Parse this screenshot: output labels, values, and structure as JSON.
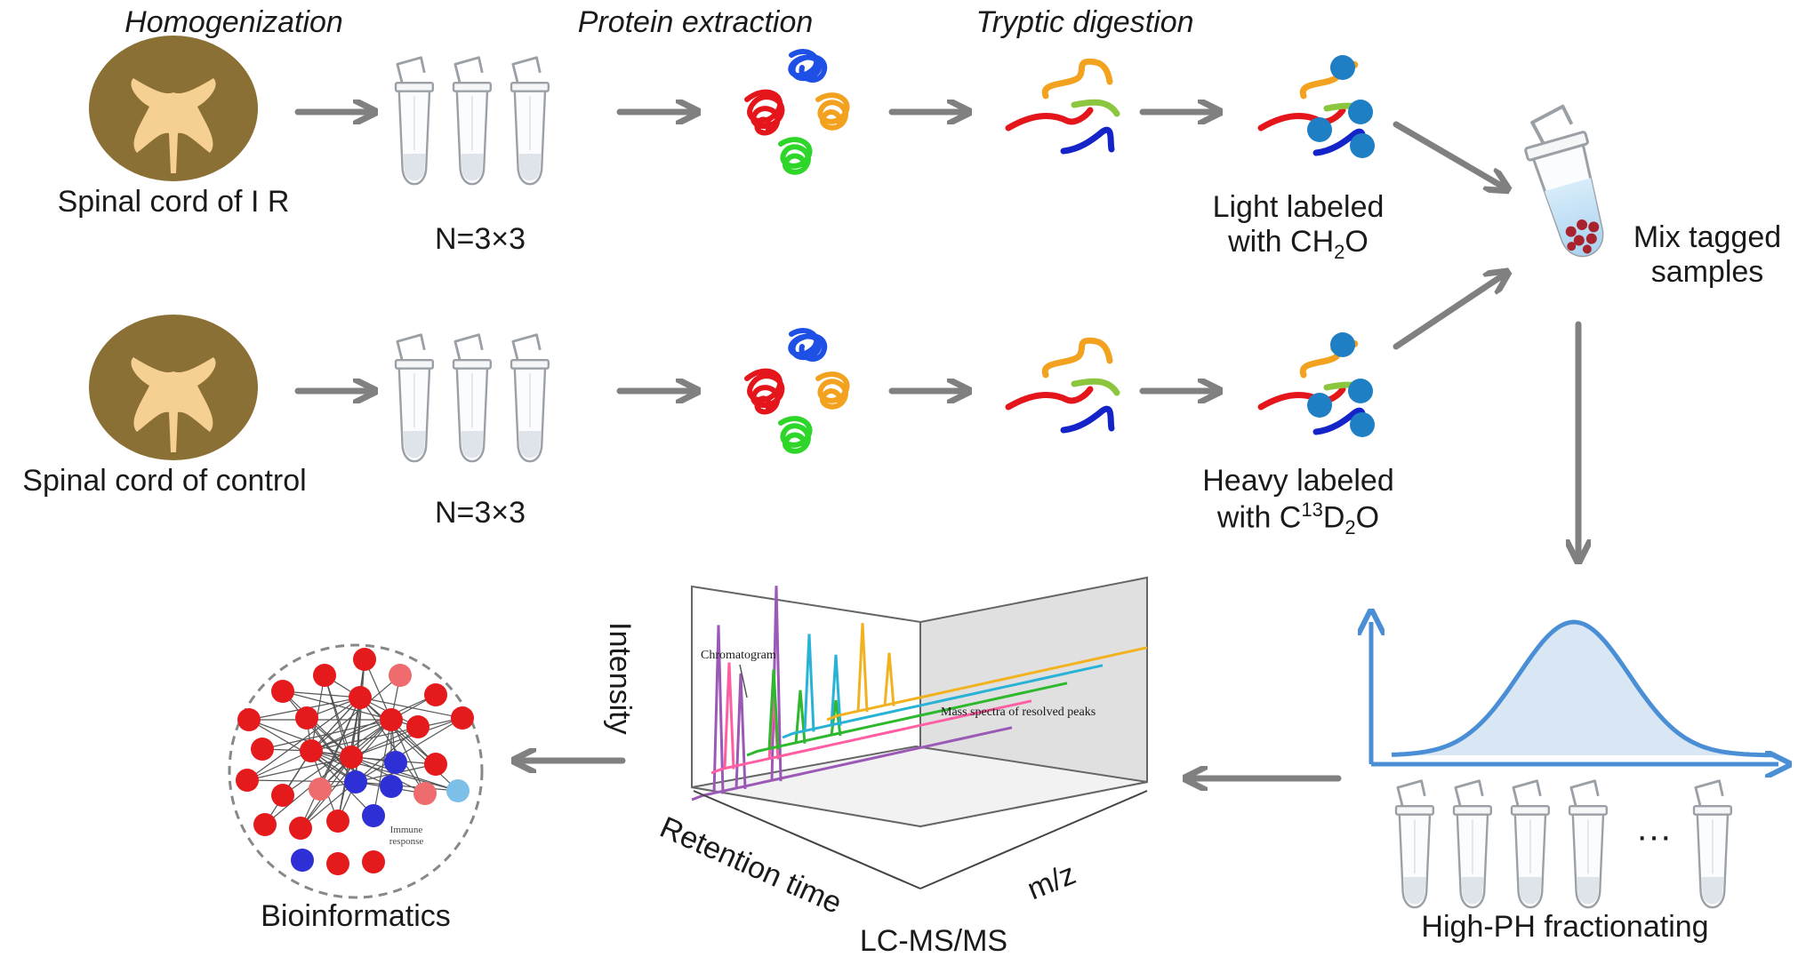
{
  "steps": {
    "homogenization": "Homogenization",
    "protein_extraction": "Protein extraction",
    "tryptic_digestion": "Tryptic digestion"
  },
  "samples": {
    "ir": "Spinal cord of I R",
    "control": "Spinal cord of control",
    "n_ir": "N=3×3",
    "n_control": "N=3×3"
  },
  "labels": {
    "light_line1": "Light labeled",
    "light_line2_pre": "with CH",
    "light_sub": "2",
    "light_line2_post": "O",
    "heavy_line1": "Heavy labeled",
    "heavy_line2_pre": "with C",
    "heavy_sup": "13",
    "heavy_mid": "D",
    "heavy_sub": "2",
    "heavy_post": "O",
    "mix_line1": "Mix tagged",
    "mix_line2": "samples",
    "fractionating": "High-PH fractionating",
    "ellipsis": "···",
    "lcms": "LC-MS/MS",
    "bioinformatics": "Bioinformatics"
  },
  "lcms_plot": {
    "intensity": "Intensity",
    "retention": "Retention time",
    "mz": "m/z",
    "chromatogram": "Chromatogram",
    "mass_spectra": "Mass spectra of resolved peaks"
  },
  "network": {
    "annotation_line1": "Immune",
    "annotation_line2": "response"
  },
  "colors": {
    "arrow": "#808080",
    "cord_outer": "#8a7034",
    "cord_inner": "#f6cf93",
    "tube": "#9aa0a6",
    "blue_bead": "#1f7fc4",
    "curve": "#4a8fd6",
    "node_red": "#e41a1c",
    "node_blue": "#2f2fd6"
  }
}
